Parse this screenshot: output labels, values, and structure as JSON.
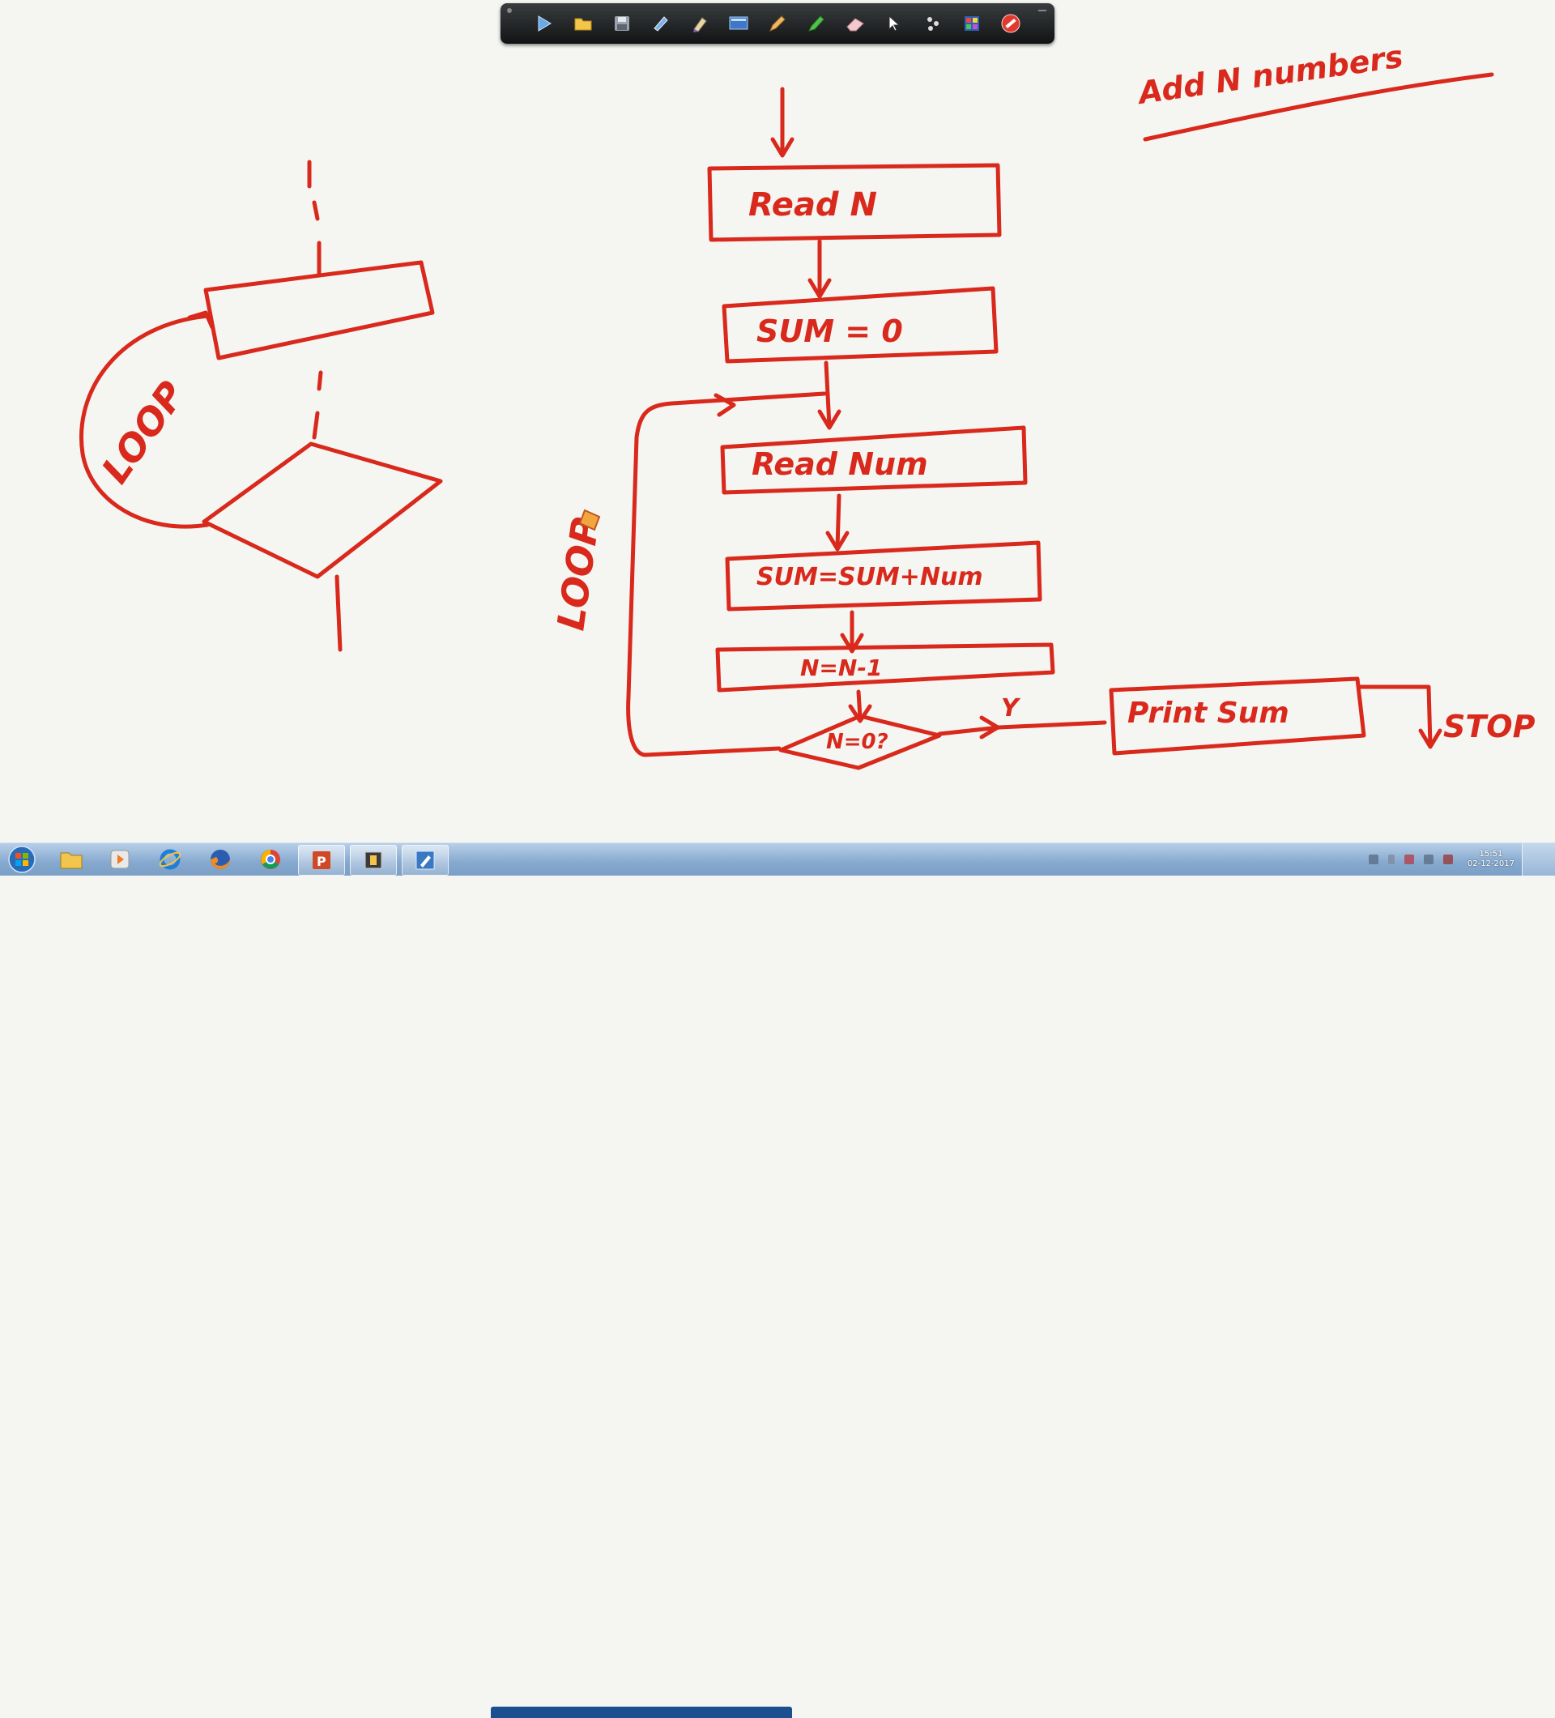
{
  "board": {
    "title": "Add N numbers",
    "loop_left_label": "LOOP",
    "loop_main_label": "LOOP",
    "steps": {
      "read_n": "Read N",
      "sum_init": "SUM = 0",
      "read_num": "Read Num",
      "sum_update": "SUM=SUM+Num",
      "decrement": "N=N-1",
      "decision": "N=0?",
      "print_sum": "Print Sum",
      "stop": "STOP",
      "yes": "Y"
    },
    "ink_color": "#d9291c"
  },
  "toolbar": {
    "tools": [
      "play-icon",
      "folder-icon",
      "save-icon",
      "pen-icon",
      "marker-icon",
      "screen-icon",
      "pencil-icon",
      "highlighter-icon",
      "eraser-icon",
      "pointer-icon",
      "dots-icon",
      "color-palette-icon",
      "no-icon"
    ]
  },
  "taskbar": {
    "apps": [
      "explorer-icon",
      "media-player-icon",
      "internet-explorer-icon",
      "firefox-icon",
      "chrome-icon",
      "powerpoint-icon",
      "app-window-icon",
      "pen-tool-icon"
    ],
    "clock_time": "15:51",
    "clock_date": "02-12-2017"
  }
}
